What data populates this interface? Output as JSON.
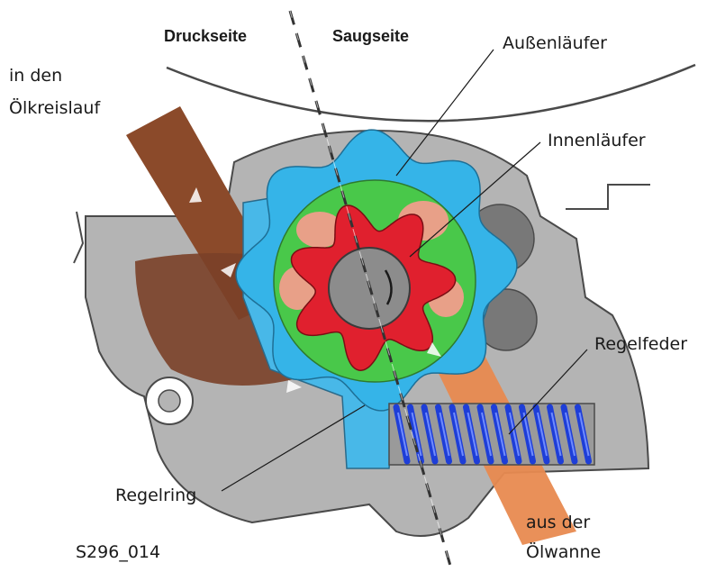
{
  "side_labels": {
    "pressure": "Druckseite",
    "suction": "Saugseite"
  },
  "labels": {
    "outlet_line1": "in den",
    "outlet_line2": "Ölkreislauf",
    "outer_rotor": "Außenläufer",
    "inner_rotor": "Innenläufer",
    "control_spring": "Regelfeder",
    "control_ring": "Regelring",
    "inlet_line1": "aus der",
    "inlet_line2": "Ölwanne"
  },
  "figure_id": "S296_014",
  "colors": {
    "housing": "#b4b4b4",
    "housing_edge": "#4a4a4a",
    "outer_rotor": "#35b4e8",
    "control_ring_body": "#48b8e8",
    "inner_green": "#49c84a",
    "inner_rotor": "#e0202e",
    "pocket": "#e8a088",
    "shaft": "#8c8c8c",
    "oil_out": "#8b4a2a",
    "oil_in": "#e88a50",
    "spring": "#1e3ed8",
    "axis_line": "#333333"
  }
}
